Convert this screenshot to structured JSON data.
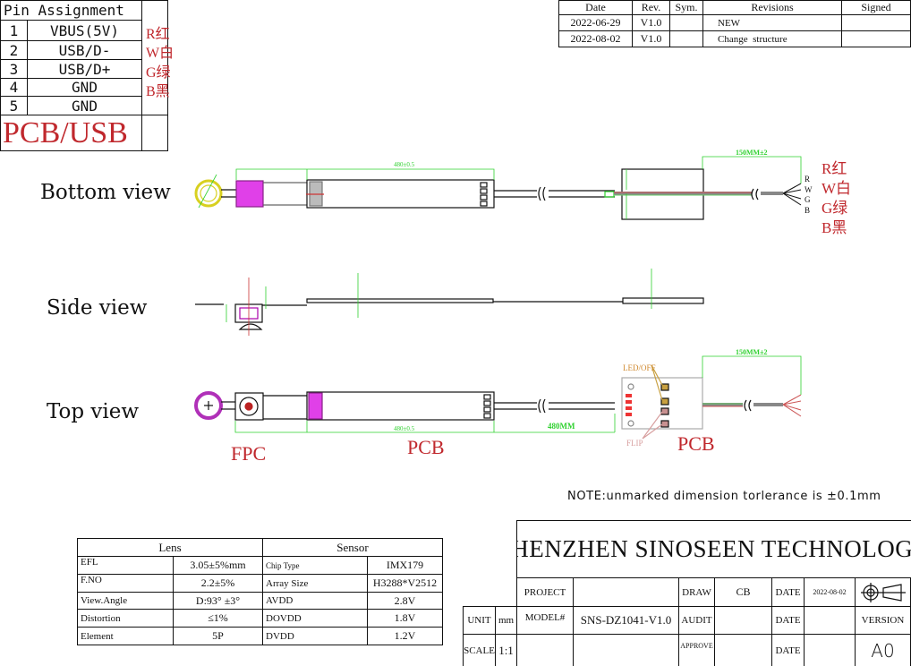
{
  "pin_table": {
    "header": "Pin Assignment",
    "rows": [
      {
        "num": "1",
        "signal": "VBUS(5V)",
        "color": "R红"
      },
      {
        "num": "2",
        "signal": "USB/D-",
        "color": "W白"
      },
      {
        "num": "3",
        "signal": "USB/D+",
        "color": "G绿"
      },
      {
        "num": "4",
        "signal": "GND",
        "color": "B黑"
      },
      {
        "num": "5",
        "signal": "GND",
        "color": ""
      }
    ],
    "footer": "PCB/USB"
  },
  "revisions": {
    "headers": [
      "Date",
      "Rev.",
      "Sym.",
      "Revisions",
      "Signed"
    ],
    "rows": [
      {
        "date": "2022-06-29",
        "rev": "V1.0",
        "sym": "",
        "desc": "NEW",
        "signed": ""
      },
      {
        "date": "2022-08-02",
        "rev": "V1.0",
        "sym": "",
        "desc": "Change  structure",
        "signed": ""
      }
    ]
  },
  "views": {
    "bottom": "Bottom view",
    "side": "Side view",
    "top": "Top view",
    "fpc": "FPC",
    "pcb1": "PCB",
    "pcb2": "PCB",
    "wire_letters": [
      "R",
      "W",
      "G",
      "B"
    ],
    "wire_colors": [
      "R红",
      "W白",
      "G绿",
      "B黑"
    ],
    "dim_pcb": "480±0.5",
    "dim_cable": "480MM",
    "dim_lead_top": "150MM±2",
    "dim_lead_bottom": "150MM±2",
    "led_label": "LED/OFF",
    "flip_label": "FLIP"
  },
  "note": "NOTE:unmarked dimension torlerance is ±0.1mm",
  "specs": {
    "lens_header": "Lens",
    "sensor_header": "Sensor",
    "rows": [
      {
        "lk": "EFL",
        "lv": "3.05±5%mm",
        "sk": "Chip Type",
        "sv": "IMX179"
      },
      {
        "lk": "F.NO",
        "lv": "2.2±5%",
        "sk": "Array Size",
        "sv": "H3288*V2512"
      },
      {
        "lk": "View.Angle",
        "lv": "D:93° ±3°",
        "sk": "AVDD",
        "sv": "2.8V"
      },
      {
        "lk": "Distortion",
        "lv": "≤1%",
        "sk": "DOVDD",
        "sv": "1.8V"
      },
      {
        "lk": "Element",
        "lv": "5P",
        "sk": "DVDD",
        "sv": "1.2V"
      }
    ]
  },
  "title_block": {
    "company": "SHENZHEN SINOSEEN TECHNOLOGY",
    "project_label": "PROJECT",
    "project": "",
    "draw_label": "DRAW",
    "draw": "CB",
    "date_label": "DATE",
    "date": "2022-08-02",
    "model_label": "MODEL#",
    "model": "SNS-DZ1041-V1.0",
    "audit_label": "AUDIT",
    "approve_label": "APPROVE",
    "version_label": "VERSION",
    "version": "A0",
    "unit_label": "UNIT",
    "unit": "mm",
    "scale_label": "SCALE",
    "scale": "1:1"
  },
  "colors": {
    "dimension": "#2fd12f",
    "magenta": "#d238d8",
    "red_text": "#c0282d"
  }
}
